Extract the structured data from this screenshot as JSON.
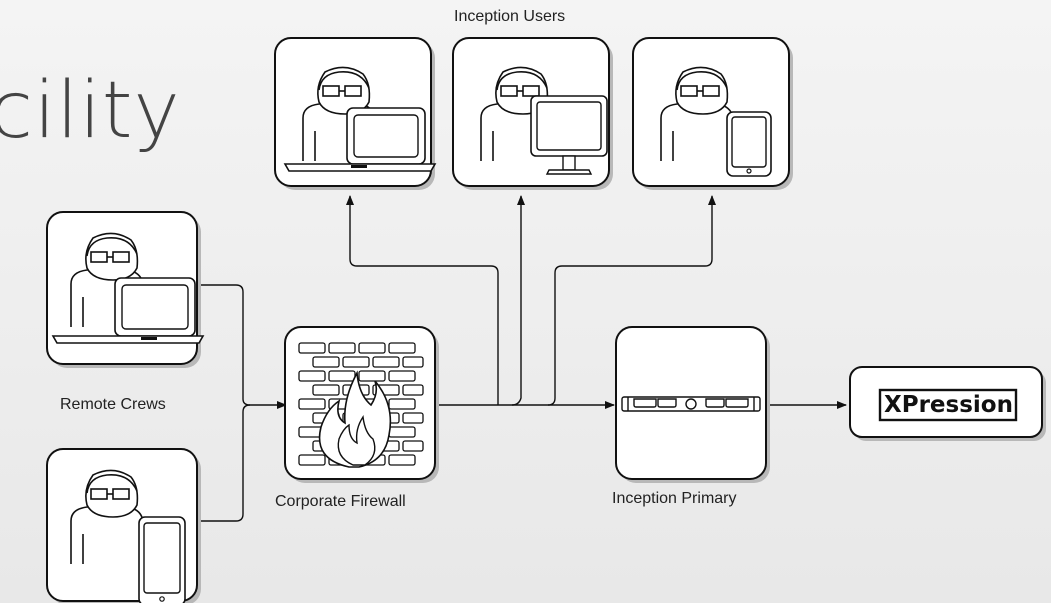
{
  "title_fragment": "cility",
  "labels": {
    "inception_users": "Inception Users",
    "remote_crews": "Remote Crews",
    "corporate_firewall": "Corporate Firewall",
    "inception_primary": "Inception Primary",
    "xpression": "XPression"
  },
  "colors": {
    "node_fill": "#ffffff",
    "stroke": "#111111",
    "shadow": "#b8b8b8",
    "text": "#222222"
  },
  "nodes": [
    {
      "id": "inception-user-laptop",
      "icon": "person-laptop-icon"
    },
    {
      "id": "inception-user-monitor",
      "icon": "person-monitor-icon"
    },
    {
      "id": "inception-user-tablet",
      "icon": "person-tablet-icon"
    },
    {
      "id": "remote-crew-laptop",
      "icon": "person-laptop-icon"
    },
    {
      "id": "remote-crew-tablet",
      "icon": "person-tablet-icon"
    },
    {
      "id": "corporate-firewall",
      "icon": "firewall-icon"
    },
    {
      "id": "inception-primary",
      "icon": "rack-server-icon"
    },
    {
      "id": "xpression",
      "icon": "xpression-logo"
    }
  ]
}
